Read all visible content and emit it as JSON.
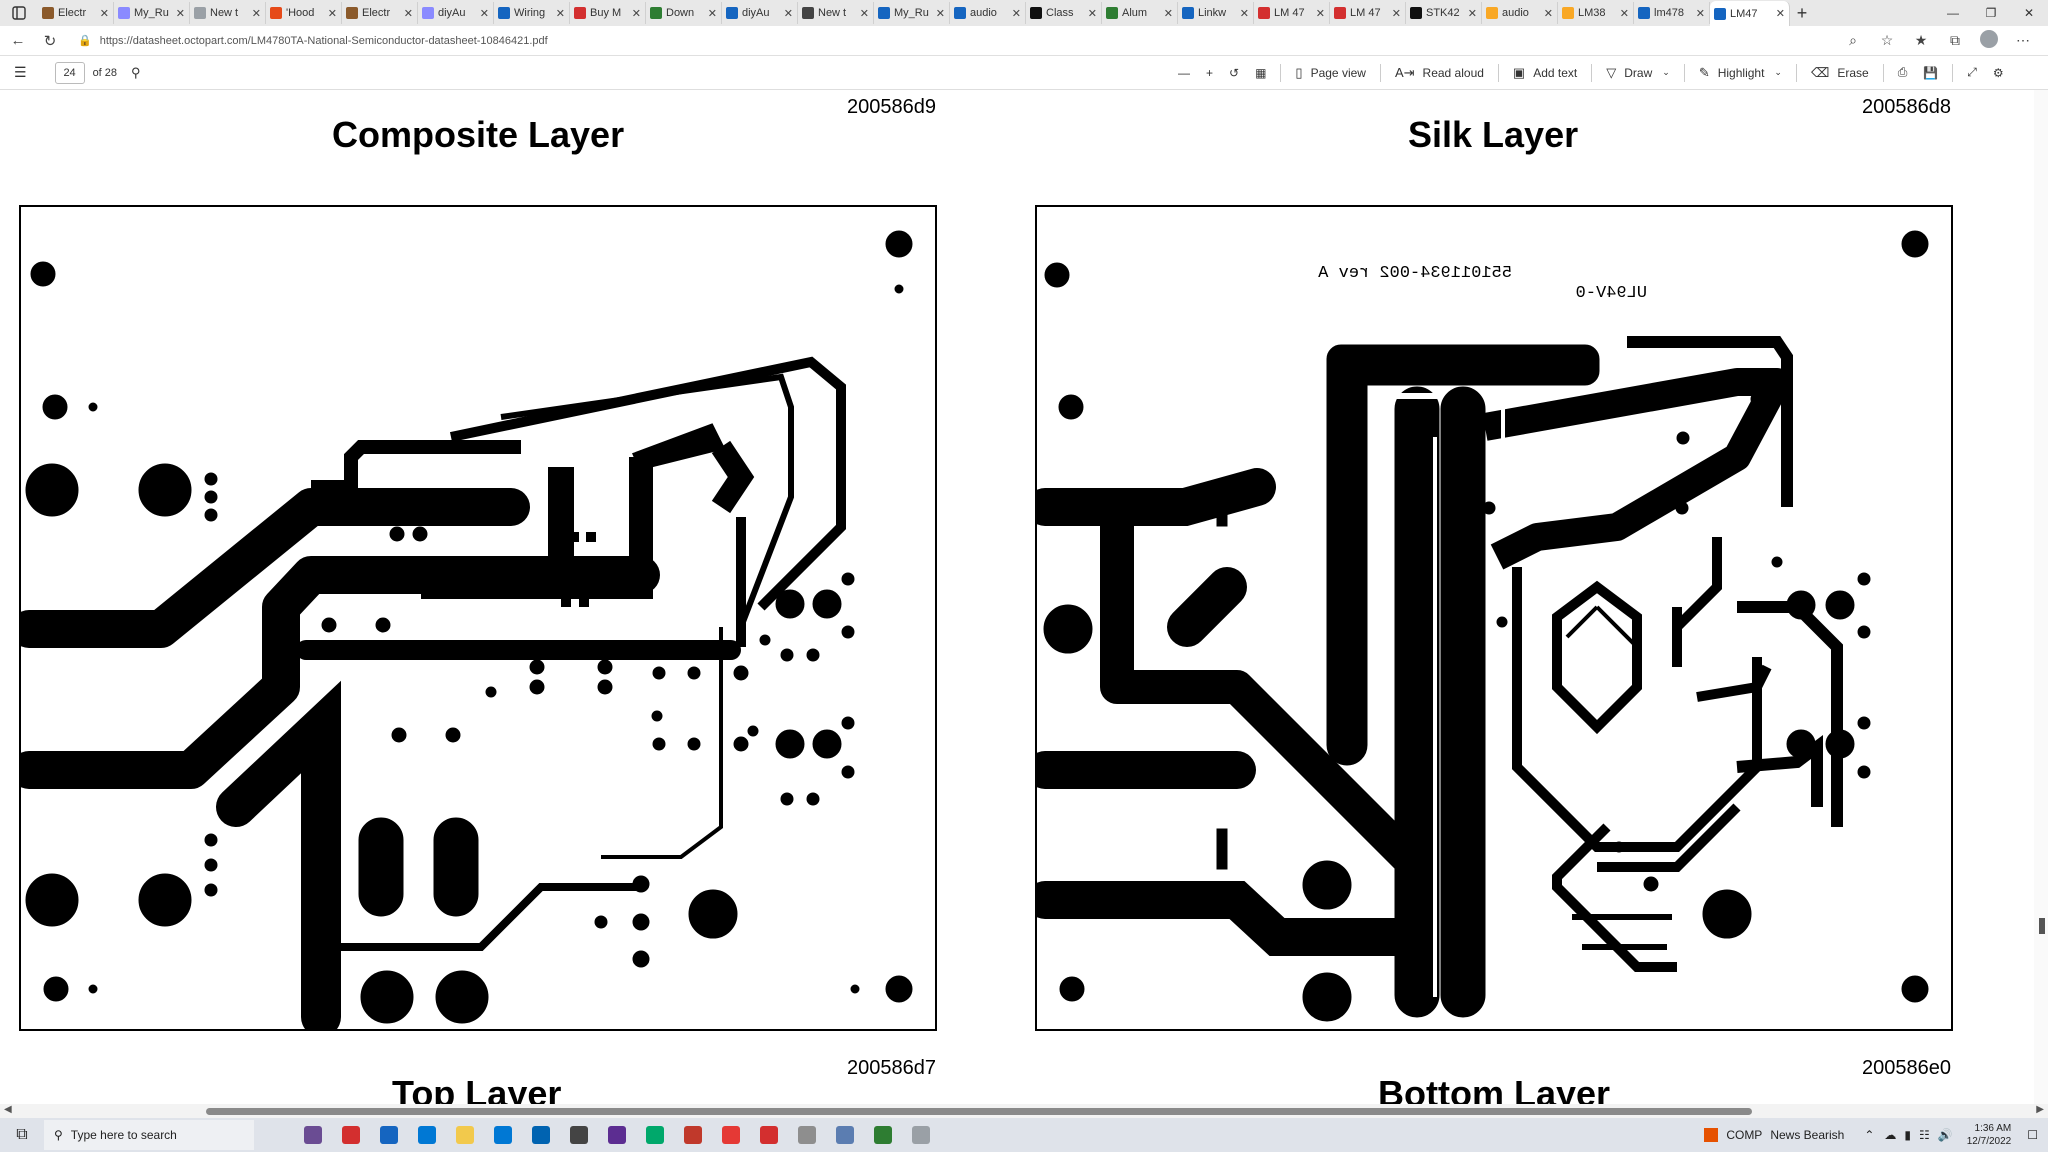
{
  "browser": {
    "tabs": [
      {
        "label": "Electr",
        "color": "#8b5a2b"
      },
      {
        "label": "My_Ru",
        "color": "#8a8aff"
      },
      {
        "label": "New t",
        "color": "#9aa0a6"
      },
      {
        "label": "'Hood",
        "color": "#e64a19"
      },
      {
        "label": "Electr",
        "color": "#8b5a2b"
      },
      {
        "label": "diyAu",
        "color": "#8a8aff"
      },
      {
        "label": "Wiring",
        "color": "#1565c0"
      },
      {
        "label": "Buy M",
        "color": "#d32f2f"
      },
      {
        "label": "Down",
        "color": "#2e7d32"
      },
      {
        "label": "diyAu",
        "color": "#1565c0"
      },
      {
        "label": "New t",
        "color": "#444444"
      },
      {
        "label": "My_Ru",
        "color": "#1565c0"
      },
      {
        "label": "audio",
        "color": "#1565c0"
      },
      {
        "label": "Class",
        "color": "#111111"
      },
      {
        "label": "Alum",
        "color": "#2e7d32"
      },
      {
        "label": "Linkw",
        "color": "#1565c0"
      },
      {
        "label": "LM 47",
        "color": "#d32f2f"
      },
      {
        "label": "LM 47",
        "color": "#d32f2f"
      },
      {
        "label": "STK42",
        "color": "#111111"
      },
      {
        "label": "audio",
        "color": "#f9a825"
      },
      {
        "label": "LM38",
        "color": "#f9a825"
      },
      {
        "label": "lm478",
        "color": "#1565c0"
      },
      {
        "label": "LM47",
        "color": "#1565c0",
        "active": true
      }
    ],
    "new_tab_label": "+",
    "url": "https://datasheet.octopart.com/LM4780TA-National-Semiconductor-datasheet-10846421.pdf"
  },
  "pdf_toolbar": {
    "page_number": "24",
    "page_total": "of 28",
    "page_view_label": "Page view",
    "read_aloud_label": "Read aloud",
    "add_text_label": "Add text",
    "draw_label": "Draw",
    "highlight_label": "Highlight",
    "erase_label": "Erase"
  },
  "document": {
    "figures": [
      {
        "id": "200586d9",
        "title": "Composite Layer"
      },
      {
        "id": "200586d8",
        "title": "Silk Layer"
      },
      {
        "id": "200586d7",
        "title": "Top Layer"
      },
      {
        "id": "200586e0",
        "title": "Bottom Layer"
      }
    ],
    "silk_text_line1": "551011934-002 rev A",
    "silk_text_line2": "UL94V-0"
  },
  "taskbar": {
    "search_placeholder": "Type here to search",
    "news_label": "COMP",
    "news_text": "News Bearish",
    "time": "1:36 AM",
    "date": "12/7/2022",
    "apps": [
      "#6a4c93",
      "#d32f2f",
      "#1565c0",
      "#0078d4",
      "#f2c94c",
      "#0078d4",
      "#0063b1",
      "#444444",
      "#5c2d91",
      "#00a86b",
      "#c0392b",
      "#e53935",
      "#d32f2f",
      "#8e8e8e",
      "#5b7db1",
      "#2e7d32",
      "#9aa0a6"
    ]
  }
}
